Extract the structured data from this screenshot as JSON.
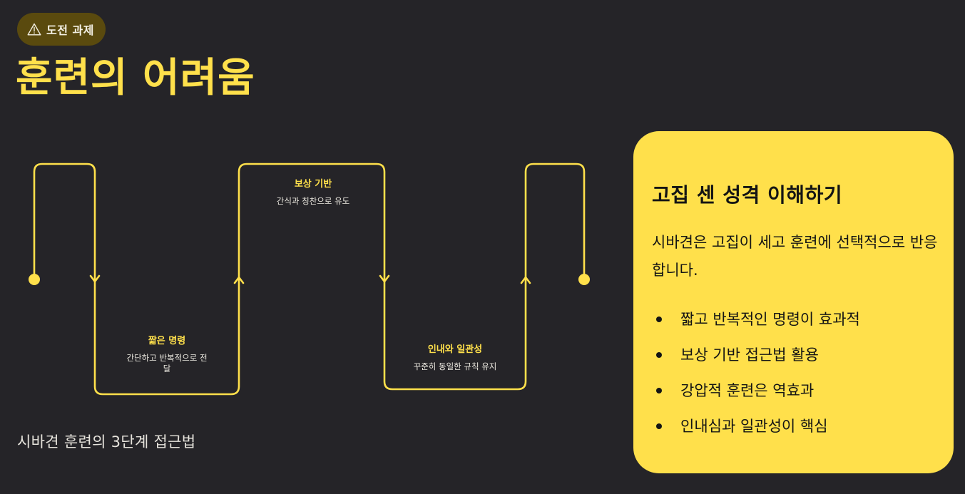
{
  "badge": {
    "icon": "warning-triangle-icon",
    "label": "도전 과제"
  },
  "title": "훈련의 어려움",
  "diagram": {
    "line_color": "#ffe04b",
    "steps": [
      {
        "title": "짧은 명령",
        "description": "간단하고 반복적으로 전\n달"
      },
      {
        "title": "보상 기반",
        "description": "간식과 칭찬으로 유도"
      },
      {
        "title": "인내와 일관성",
        "description": "꾸준히 동일한 규칙 유지"
      }
    ],
    "caption": "시바견 훈련의 3단계 접근법"
  },
  "card": {
    "background": "#ffe04b",
    "title": "고집 센 성격 이해하기",
    "text": "시바견은 고집이 세고 훈련에 선택적으로 반응합니다.",
    "bullets": [
      "짧고 반복적인 명령이 효과적",
      "보상 기반 접근법 활용",
      "강압적 훈련은 역효과",
      "인내심과 일관성이 핵심"
    ]
  }
}
